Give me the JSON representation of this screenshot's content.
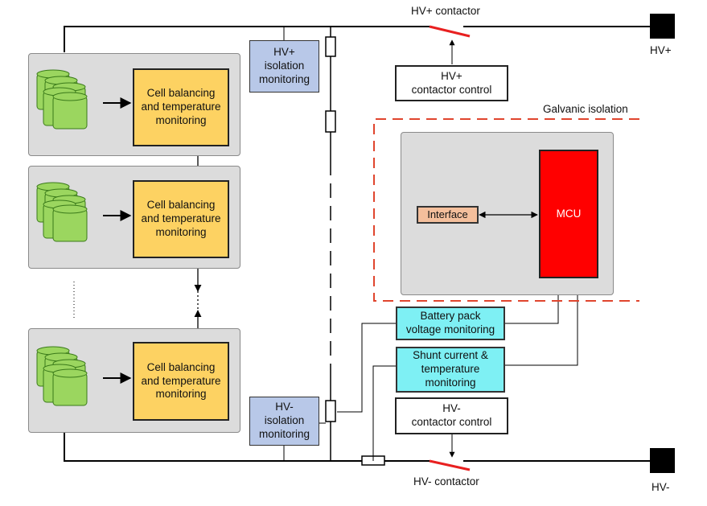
{
  "hv_plus_contactor_label": "HV+ contactor",
  "hv_minus_contactor_label": "HV- contactor",
  "hv_plus_terminal_label": "HV+",
  "hv_minus_terminal_label": "HV-",
  "galvanic_isolation_label": "Galvanic isolation",
  "cell_modules": [
    {
      "label": "Cell balancing\nand temperature\nmonitoring"
    },
    {
      "label": "Cell balancing\nand temperature\nmonitoring"
    },
    {
      "label": "Cell balancing\nand temperature\nmonitoring"
    }
  ],
  "hv_plus_isolation": "HV+\nisolation\nmonitoring",
  "hv_minus_isolation": "HV-\nisolation\nmonitoring",
  "hv_plus_contactor_control": "HV+\ncontactor control",
  "hv_minus_contactor_control": "HV-\ncontactor control",
  "interface_label": "Interface",
  "mcu_label": "MCU",
  "battery_pack_voltage": "Battery pack\nvoltage monitoring",
  "shunt_current": "Shunt current &\ntemperature\nmonitoring",
  "colors": {
    "cell_green": "#9bd65f",
    "yellow_block": "#fdd262",
    "isolation_blue": "#b8c8e8",
    "monitor_cyan": "#7ef0f4",
    "mcu_red": "#ff0000",
    "interface_peach": "#f4bf9c",
    "isolation_dash": "#e0452e",
    "contactor_red": "#e82020"
  }
}
